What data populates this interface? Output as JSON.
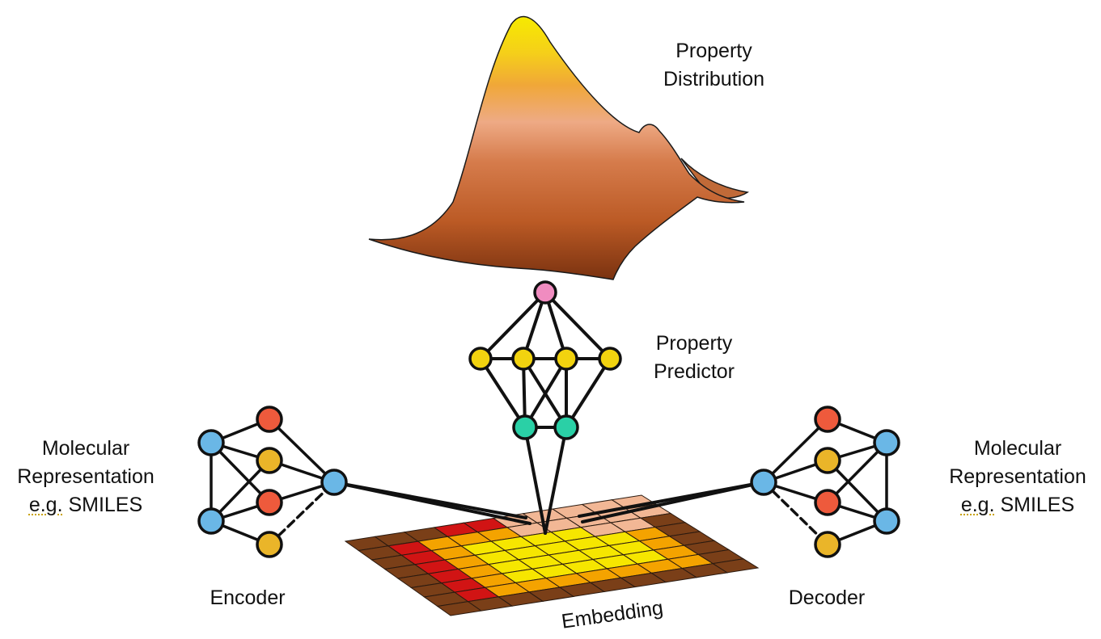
{
  "labels": {
    "property_distribution": [
      "Property",
      "Distribution"
    ],
    "property_predictor": [
      "Property",
      "Predictor"
    ],
    "molecular_left": {
      "line1": "Molecular",
      "line2": "Representation",
      "eg": "e.g.",
      "rest": " SMILES"
    },
    "molecular_right": {
      "line1": "Molecular",
      "line2": "Representation",
      "eg": "e.g.",
      "rest": " SMILES"
    },
    "encoder": "Encoder",
    "decoder": "Decoder",
    "embedding": "Embedding"
  },
  "colors": {
    "node_blue": "#6ab7e6",
    "node_red": "#ee5a3c",
    "node_yellow": "#eab529",
    "node_pink": "#f08cc0",
    "node_predictor_yellow": "#f2d30f",
    "node_teal": "#2ad0a6",
    "grid_brown": "#7a3f18",
    "grid_red": "#d11414",
    "grid_orange": "#f4a300",
    "grid_yellow": "#f6e600",
    "grid_peach": "#f2b795",
    "surface_top": "#f6e60c",
    "surface_mid": "#eda57c",
    "surface_bottom": "#8a3c10"
  },
  "icons": [
    "encoder-network-icon",
    "decoder-network-icon",
    "predictor-network-icon",
    "embedding-grid-icon",
    "property-surface-icon"
  ]
}
